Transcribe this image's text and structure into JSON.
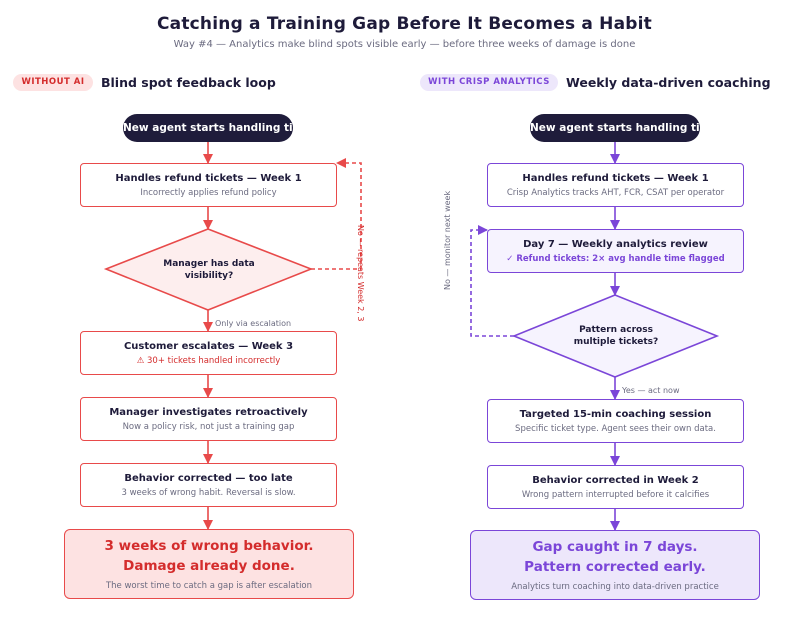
{
  "title": "Catching a Training Gap Before It Becomes a Habit",
  "subtitle": "Way #4 — Analytics make blind spots visible early — before three weeks of damage is done",
  "left": {
    "pill": "WITHOUT AI",
    "heading": "Blind spot feedback loop",
    "start": "New agent starts handling tickets",
    "step1": {
      "title": "Handles refund tickets — Week 1",
      "sub": "Incorrectly applies refund policy"
    },
    "decision": {
      "line1": "Manager has data",
      "line2": "visibility?"
    },
    "loop_label": "No — repeats Week 2, 3",
    "escalation_label": "Only via escalation",
    "step2": {
      "title": "Customer escalates — Week 3",
      "sub": "⚠ 30+ tickets handled incorrectly"
    },
    "step3": {
      "title": "Manager investigates retroactively",
      "sub": "Now a policy risk, not just a training gap"
    },
    "step4": {
      "title": "Behavior corrected — too late",
      "sub": "3 weeks of wrong habit. Reversal is slow."
    },
    "result": {
      "line1": "3 weeks of wrong behavior.",
      "line2": "Damage already done.",
      "sub": "The worst time to catch a gap is after escalation"
    }
  },
  "right": {
    "pill": "WITH CRISP ANALYTICS",
    "heading": "Weekly data-driven coaching",
    "start": "New agent starts handling tickets",
    "step1": {
      "title": "Handles refund tickets — Week 1",
      "sub": "Crisp Analytics tracks AHT, FCR, CSAT per operator"
    },
    "step2": {
      "title": "Day 7 — Weekly analytics review",
      "sub": "✓ Refund tickets: 2× avg handle time flagged"
    },
    "decision": {
      "line1": "Pattern across",
      "line2": "multiple tickets?"
    },
    "loop_label": "No — monitor next week",
    "yes_label": "Yes — act now",
    "step3": {
      "title": "Targeted 15-min coaching session",
      "sub": "Specific ticket type. Agent sees their own data."
    },
    "step4": {
      "title": "Behavior corrected in Week 2",
      "sub": "Wrong pattern interrupted before it calcifies"
    },
    "result": {
      "line1": "Gap caught in 7 days.",
      "line2": "Pattern corrected early.",
      "sub": "Analytics turn coaching into data-driven practice"
    }
  },
  "colors": {
    "red": "#e84a4a",
    "red_text": "#d42c2c",
    "red_fill": "#fde2e2",
    "purple": "#7b46d8",
    "purple_fill": "#ede7fb",
    "dark": "#1f1c3b"
  }
}
